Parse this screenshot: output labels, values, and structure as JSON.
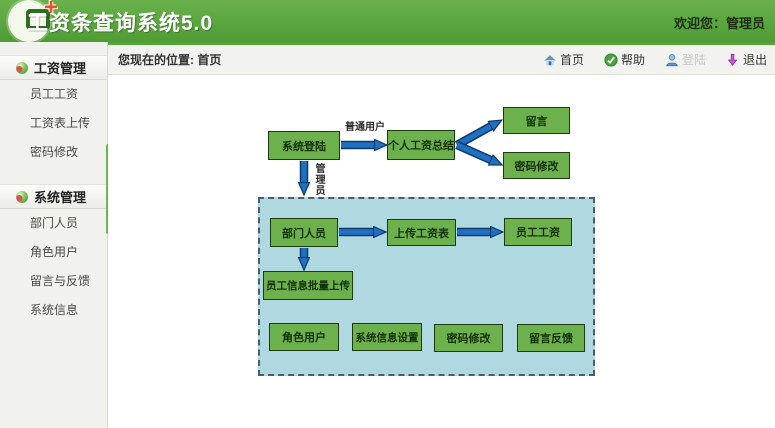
{
  "header": {
    "title": "工资条查询系统5.0",
    "welcome": "欢迎您：管理员"
  },
  "toolbar": {
    "breadcrumb": "您现在的位置: 首页",
    "links": [
      {
        "label": "首页",
        "icon": "home-icon"
      },
      {
        "label": "帮助",
        "icon": "help-icon"
      },
      {
        "label": "登陆",
        "icon": "user-icon",
        "disabled": true
      },
      {
        "label": "退出",
        "icon": "logout-icon"
      }
    ]
  },
  "sidebar": {
    "sections": [
      {
        "title": "工资管理",
        "items": [
          "员工工资",
          "工资表上传",
          "密码修改"
        ]
      },
      {
        "title": "系统管理",
        "items": [
          "部门人员",
          "角色用户",
          "留言与反馈",
          "系统信息"
        ]
      }
    ]
  },
  "flowchart": {
    "nodes": {
      "login": "系统登陆",
      "personal_summary": "个人工资总结",
      "message": "留言",
      "password_change_top": "密码修改",
      "department_staff": "部门人员",
      "upload_salary_table": "上传工资表",
      "employee_salary": "员工工资",
      "employee_batch_upload": "员工信息批量上传",
      "role_user": "角色用户",
      "system_info_settings": "系统信息设置",
      "password_change_bottom": "密码修改",
      "message_feedback": "留言反馈"
    },
    "edge_labels": {
      "normal_user": "普通用户",
      "admin": "管理员"
    }
  },
  "colors": {
    "header_green": "#5aa63f",
    "accent_green": "#55a439",
    "node_green": "#6db14c",
    "arrow_blue": "#1f6fc3",
    "container_blue": "#b0d8e0",
    "logo_plus_orange": "#f04e23"
  }
}
